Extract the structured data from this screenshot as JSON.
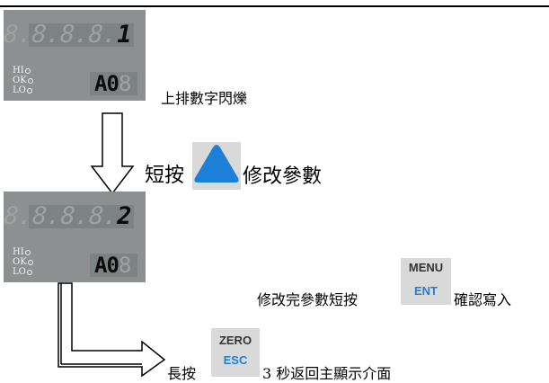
{
  "panel1": {
    "top_ghost": "8.8.8.8.8.8.",
    "top_lit": "1",
    "indicators": [
      "HI",
      "OK",
      "LO"
    ],
    "bottom_lit": "A0",
    "bottom_ghost": "8"
  },
  "caption1": "上排數字閃爍",
  "step_up": {
    "prefix": "短按",
    "suffix": "修改參數",
    "icon": "triangle-up-icon",
    "icon_color": "#1d80d8"
  },
  "panel2": {
    "top_ghost": "8.8.8.8.8.",
    "top_lit": "2",
    "indicators": [
      "HI",
      "OK",
      "LO"
    ],
    "bottom_lit": "A0",
    "bottom_ghost": "8"
  },
  "confirm": {
    "prefix": "修改完參數短按",
    "button_top": "MENU",
    "button_bottom": "ENT",
    "suffix": "確認寫入"
  },
  "long_press": {
    "prefix": "長按",
    "button_top": "ZERO",
    "button_bottom": "ESC",
    "suffix": "3 秒返回主顯示介面"
  },
  "colors": {
    "panel": "#8c9091",
    "display": "#7d8283",
    "button": "#d9d9d9",
    "accent_blue": "#1d80d8"
  }
}
